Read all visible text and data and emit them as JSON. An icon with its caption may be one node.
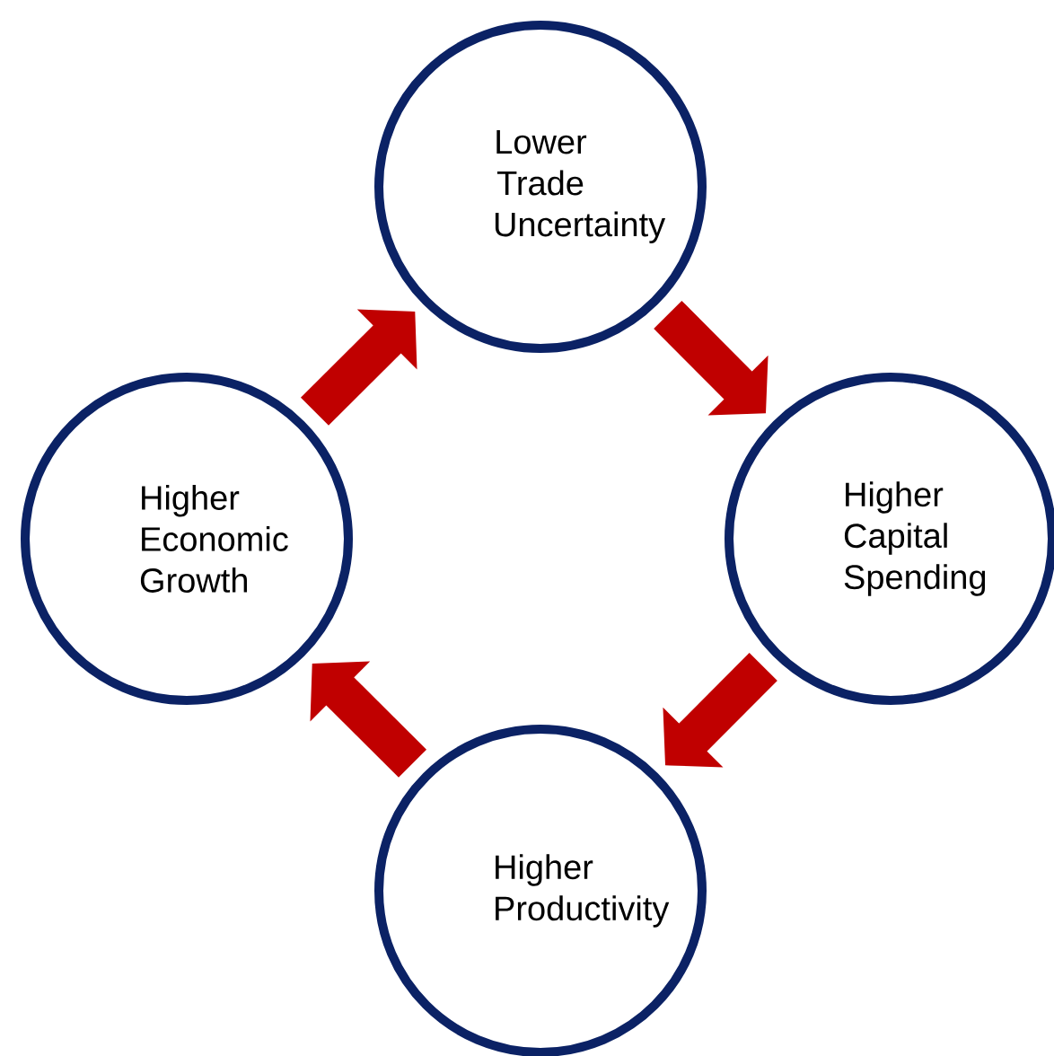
{
  "diagram": {
    "nodes": [
      {
        "text": [
          "Lower Trade Uncertainty"
        ]
      },
      {
        "text": [
          "Higher Capital Spending"
        ]
      },
      {
        "text": [
          "Higher Productivity"
        ]
      },
      {
        "text": [
          "Higher Economic Growth"
        ]
      }
    ],
    "edges": [
      {
        "from": 0,
        "to": 1,
        "arrow": "to"
      },
      {
        "from": 1,
        "to": 2,
        "arrow": "to"
      },
      {
        "from": 2,
        "to": 3,
        "arrow": "to"
      },
      {
        "from": 3,
        "to": 0,
        "arrow": "to"
      }
    ]
  }
}
